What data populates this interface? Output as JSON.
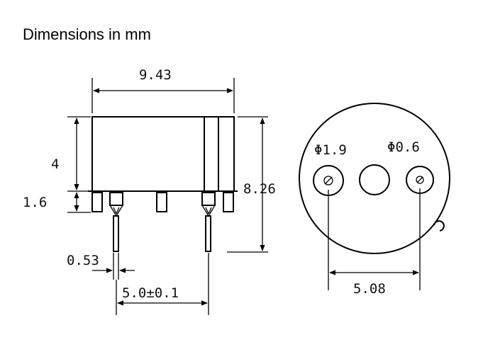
{
  "header": {
    "title": "Dimensions in mm"
  },
  "side_view": {
    "body_width": "9.43",
    "body_height": "4",
    "standoff_height": "1.6",
    "overall_height": "8.26",
    "pin_diameter": "0.53",
    "pin_spacing": "5.0±0.1"
  },
  "bottom_view": {
    "large_hole_diameter": "Φ1.9",
    "small_hole_diameter": "Φ0.6",
    "hole_spacing": "5.08"
  }
}
